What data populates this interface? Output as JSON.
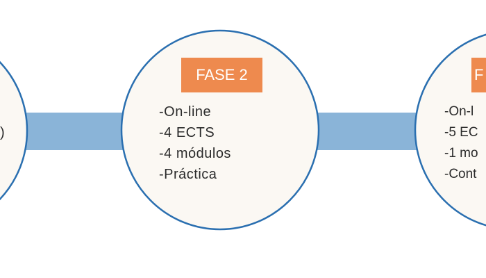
{
  "phases": [
    {
      "label": "",
      "items": [
        ")"
      ]
    },
    {
      "label": "FASE 2",
      "items": [
        "-On-line",
        "-4 ECTS",
        "-4 módulos",
        "-Práctica"
      ]
    },
    {
      "label": "F",
      "items": [
        "-On-l",
        "-5 EC",
        "-1 mo",
        "-Cont"
      ]
    }
  ],
  "colors": {
    "connector": "#8ab4d8",
    "label_bg": "#ee8a4e",
    "circle_border": "#2a6fb0",
    "circle_fill": "#fbf8f3"
  }
}
